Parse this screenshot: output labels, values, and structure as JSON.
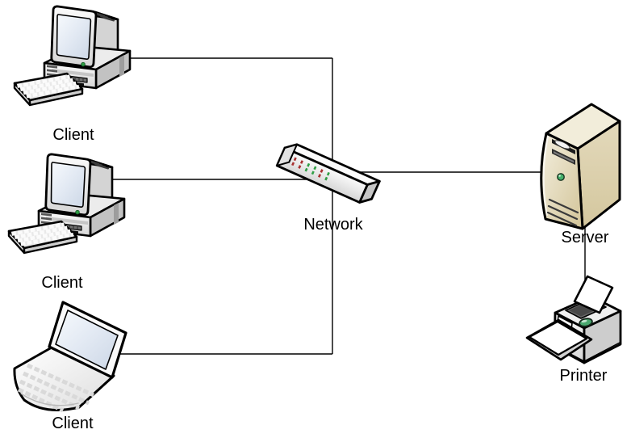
{
  "diagram": {
    "type": "network-topology",
    "background": "#ffffff",
    "nodes": {
      "client_top": {
        "label": "Client",
        "icon": "desktop-computer-icon"
      },
      "client_middle": {
        "label": "Client",
        "icon": "desktop-computer-icon"
      },
      "client_bottom": {
        "label": "Client",
        "icon": "laptop-icon"
      },
      "network": {
        "label": "Network",
        "icon": "network-switch-icon"
      },
      "server": {
        "label": "Server",
        "icon": "server-tower-icon"
      },
      "printer": {
        "label": "Printer",
        "icon": "printer-icon"
      }
    },
    "edges": [
      {
        "from": "client_top",
        "to": "network"
      },
      {
        "from": "client_middle",
        "to": "network"
      },
      {
        "from": "client_bottom",
        "to": "network"
      },
      {
        "from": "network",
        "to": "server"
      },
      {
        "from": "server",
        "to": "printer"
      }
    ],
    "colors": {
      "connector": "#000000",
      "outline": "#000000",
      "label": "#000000",
      "led_red": "#a83030",
      "led_green": "#2f9e44",
      "server_beige": "#dccfa8",
      "screen_blue": "#dce5f0",
      "device_gray": "#ececec",
      "power_led_green": "#2f9e44",
      "printer_button_green": "#49a86e"
    }
  }
}
